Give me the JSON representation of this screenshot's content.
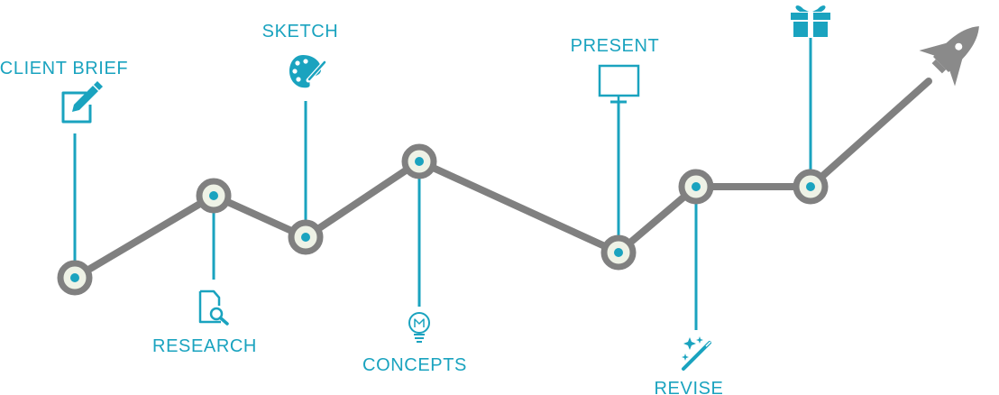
{
  "colors": {
    "accent": "#1aa3bf",
    "path": "#808080",
    "node_fill": "#eef2e6",
    "rocket": "#8a8a8a"
  },
  "steps": [
    {
      "label": "CLIENT BRIEF",
      "icon": "pencil-note-icon"
    },
    {
      "label": "RESEARCH",
      "icon": "document-search-icon"
    },
    {
      "label": "SKETCH",
      "icon": "palette-icon"
    },
    {
      "label": "CONCEPTS",
      "icon": "lightbulb-icon"
    },
    {
      "label": "PRESENT",
      "icon": "monitor-icon"
    },
    {
      "label": "REVISE",
      "icon": "magic-wand-icon"
    },
    {
      "label": "",
      "icon": "gift-icon"
    }
  ],
  "end_icon": "rocket-icon"
}
